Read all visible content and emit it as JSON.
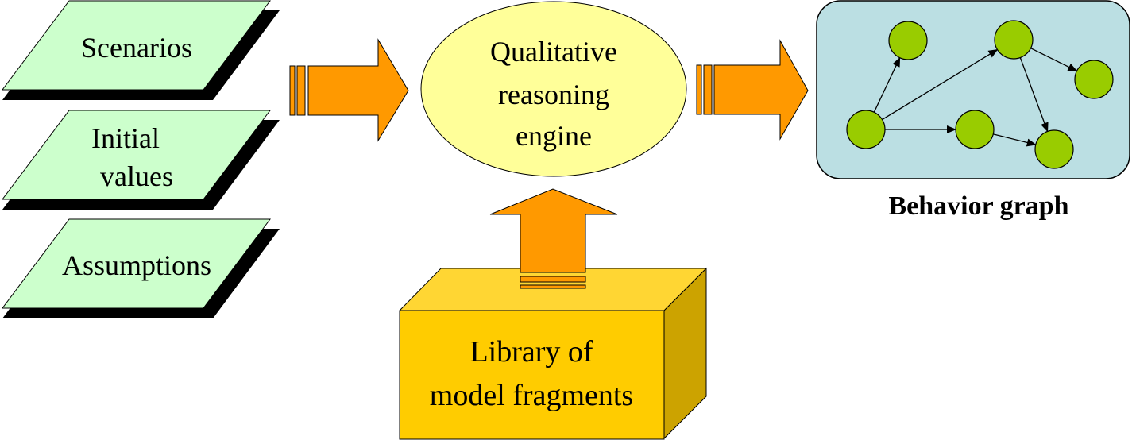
{
  "inputs": [
    {
      "lines": [
        "Scenarios"
      ]
    },
    {
      "lines": [
        "Initial",
        "values"
      ]
    },
    {
      "lines": [
        "Assumptions"
      ]
    }
  ],
  "engine": {
    "lines": [
      "Qualitative",
      "reasoning",
      "engine"
    ]
  },
  "library": {
    "lines": [
      "Library of",
      "model fragments"
    ]
  },
  "output": {
    "caption": "Behavior graph",
    "nodes": [
      "n1",
      "n2",
      "n3",
      "n4",
      "n5",
      "n6"
    ],
    "edges": [
      [
        "n1",
        "n2"
      ],
      [
        "n1",
        "n3"
      ],
      [
        "n1",
        "n5"
      ],
      [
        "n3",
        "n4"
      ],
      [
        "n3",
        "n6"
      ],
      [
        "n5",
        "n6"
      ]
    ]
  },
  "colors": {
    "input_fill": "#ccffcc",
    "engine_fill": "#ffff99",
    "arrow_fill": "#ff9900",
    "box_front": "#ffcc00",
    "box_top": "#ffd633",
    "box_side": "#cca300",
    "graph_bg": "#bbdfe3",
    "node_fill": "#99cc00"
  }
}
